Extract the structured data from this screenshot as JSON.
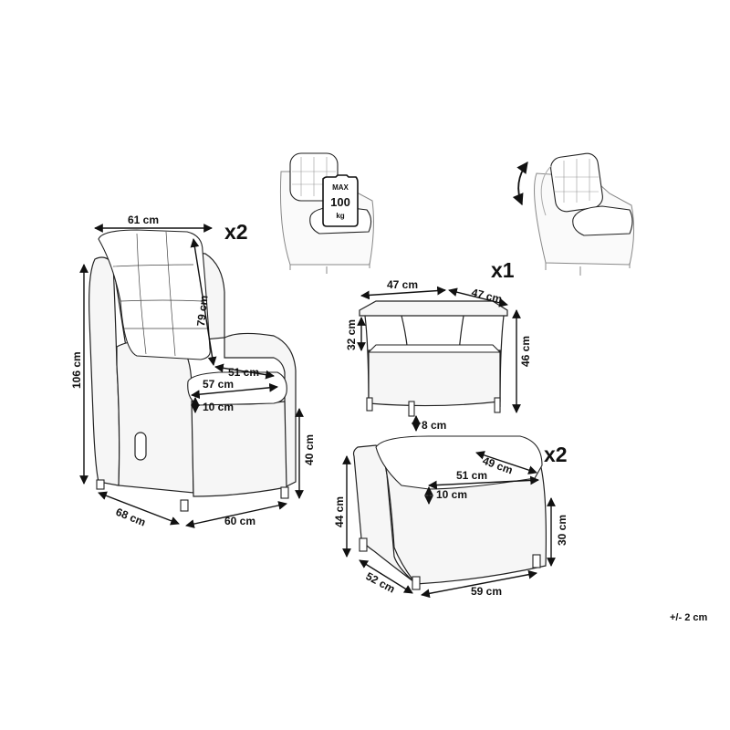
{
  "chair": {
    "quantity": "x2",
    "width": "61 cm",
    "height": "106 cm",
    "backrest_height": "79 cm",
    "seat_depth": "51 cm",
    "seat_width": "57 cm",
    "cushion_thickness": "10 cm",
    "seat_height": "40 cm",
    "depth": "68 cm",
    "base_width": "60 cm"
  },
  "load_badge": {
    "top": "MAX",
    "value": "100",
    "unit": "kg"
  },
  "table": {
    "quantity": "x1",
    "width": "47 cm",
    "depth": "47 cm",
    "shelf_height": "32 cm",
    "height": "46 cm",
    "leg_clearance": "8 cm"
  },
  "ottoman": {
    "quantity": "x2",
    "top_depth": "49 cm",
    "top_width": "51 cm",
    "cushion_thickness": "10 cm",
    "height": "44 cm",
    "frame_height": "30 cm",
    "depth": "52 cm",
    "width": "59 cm"
  },
  "tolerance": "+/- 2 cm"
}
